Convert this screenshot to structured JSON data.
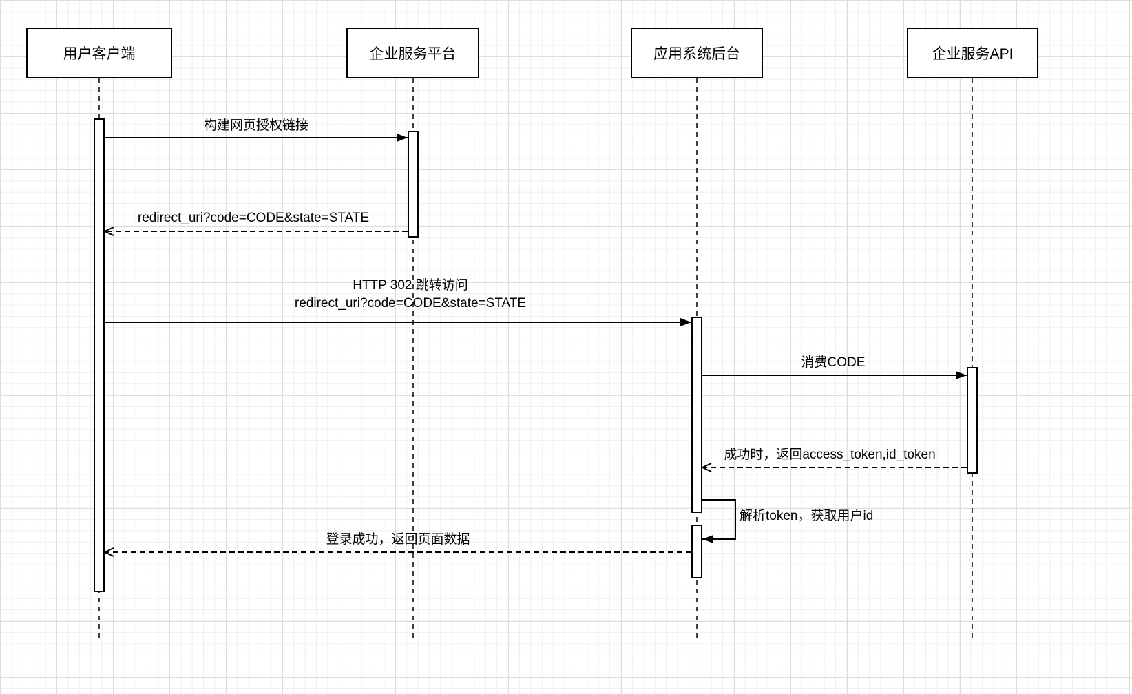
{
  "colors": {
    "stroke": "#000000",
    "shape_fill": "#ffffff",
    "grid_minor": "#efefef",
    "grid_major": "#dddddd"
  },
  "diagram": {
    "type": "sequence",
    "actors": [
      {
        "id": "user-client",
        "label": "用户客户端"
      },
      {
        "id": "enterprise-service-platform",
        "label": "企业服务平台"
      },
      {
        "id": "app-system-backend",
        "label": "应用系统后台"
      },
      {
        "id": "enterprise-service-api",
        "label": "企业服务API"
      }
    ],
    "messages": [
      {
        "from": "用户客户端",
        "to": "企业服务平台",
        "style": "solid",
        "label": "构建网页授权链接"
      },
      {
        "from": "企业服务平台",
        "to": "用户客户端",
        "style": "dashed",
        "label": "redirect_uri?code=CODE&state=STATE"
      },
      {
        "from": "用户客户端",
        "to": "应用系统后台",
        "style": "solid",
        "label_lines": [
          "HTTP 302 跳转访问",
          "redirect_uri?code=CODE&state=STATE"
        ]
      },
      {
        "from": "应用系统后台",
        "to": "企业服务API",
        "style": "solid",
        "label": "消费CODE"
      },
      {
        "from": "企业服务API",
        "to": "应用系统后台",
        "style": "dashed",
        "label": "成功时，返回access_token,id_token"
      },
      {
        "from": "应用系统后台",
        "to": "应用系统后台",
        "style": "self",
        "label": "解析token，获取用户id"
      },
      {
        "from": "应用系统后台",
        "to": "用户客户端",
        "style": "dashed",
        "label": "登录成功，返回页面数据"
      }
    ]
  }
}
